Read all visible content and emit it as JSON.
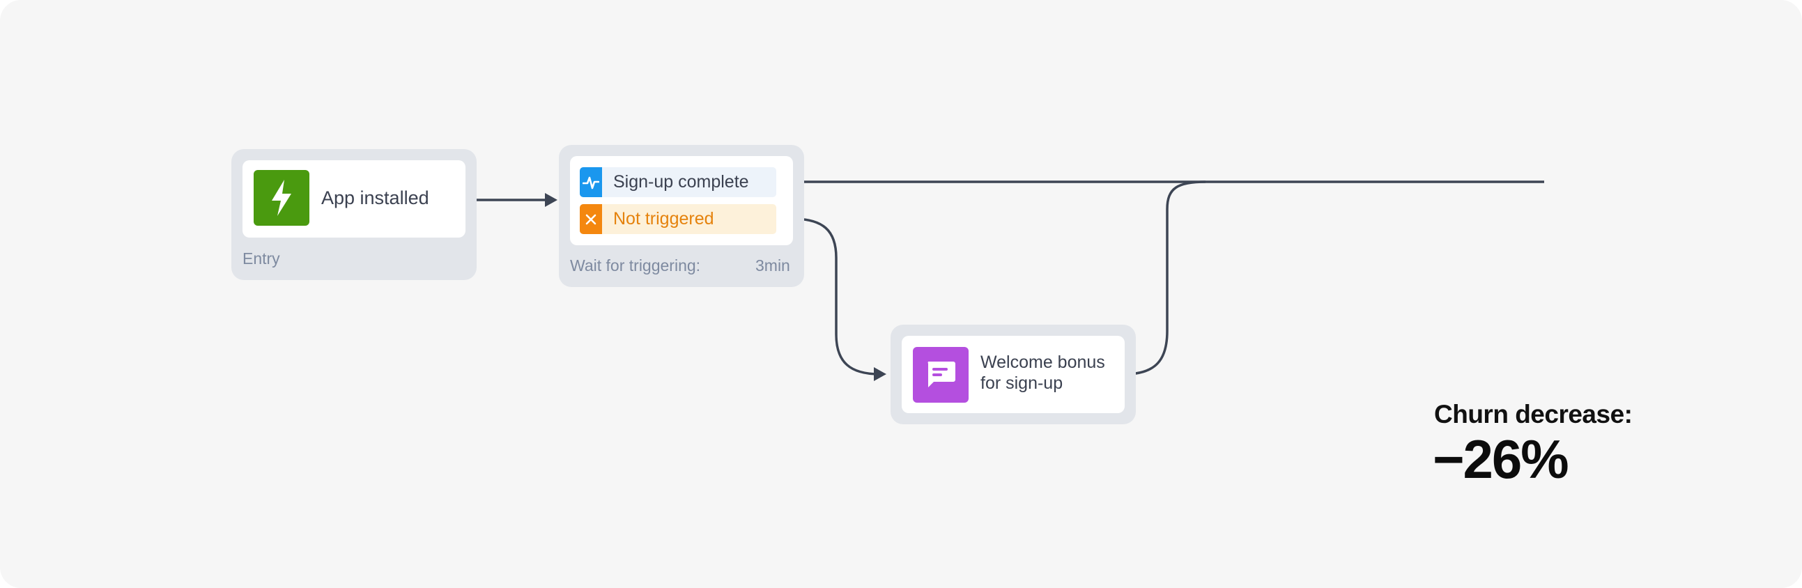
{
  "nodes": {
    "entry": {
      "title": "App installed",
      "caption": "Entry",
      "icon": "lightning-icon",
      "icon_color": "#4a9a0f"
    },
    "wait": {
      "branches": [
        {
          "label": "Sign-up complete",
          "icon": "activity-icon",
          "icon_color": "#1a97ee",
          "bg_color": "#edf3fa",
          "text_color": "#3b4150"
        },
        {
          "label": "Not triggered",
          "icon": "close-icon",
          "icon_color": "#f4870f",
          "bg_color": "#fdf1da",
          "text_color": "#e5820c"
        }
      ],
      "caption": "Wait for triggering:",
      "duration": "3min"
    },
    "message": {
      "title_line1": "Welcome bonus",
      "title_line2": "for sign-up",
      "icon": "chat-message-icon",
      "icon_color": "#b44fdf"
    }
  },
  "stat": {
    "label": "Churn decrease:",
    "value": "−26%"
  },
  "colors": {
    "background": "#f6f6f6",
    "frame": "#e2e5ea",
    "connector": "#3d4554"
  }
}
